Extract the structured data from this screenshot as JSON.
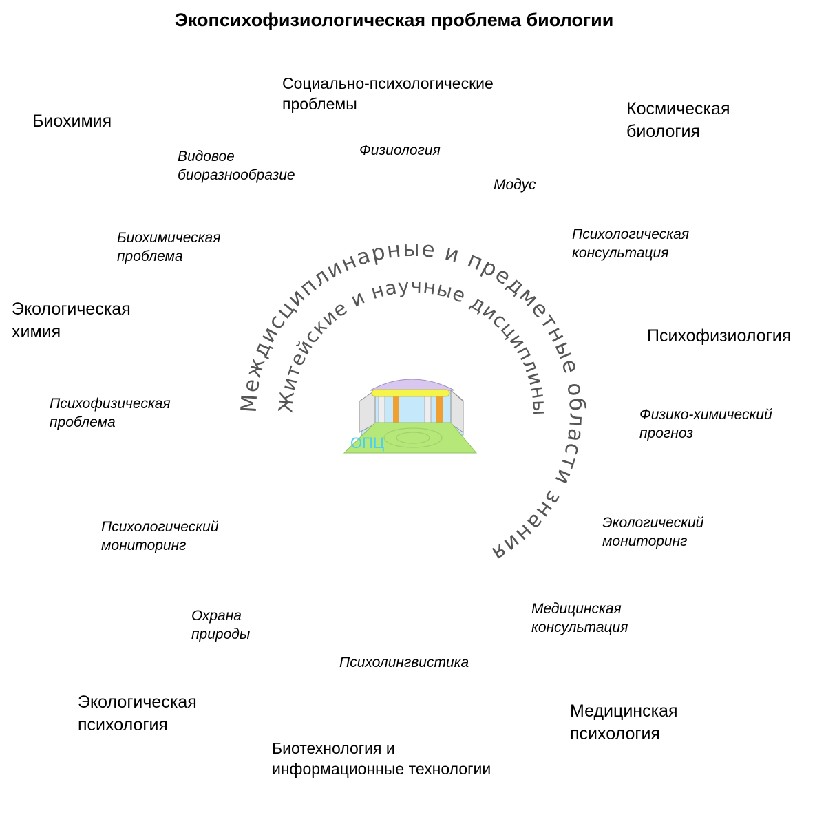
{
  "title": "Экопсихофизиологическая проблема биологии",
  "disciplines": {
    "biochemistry": "Биохимия",
    "social_psych": "Социально-психологические\nпроблемы",
    "cosmic_biology": "Космическая\nбиология",
    "ecological_chemistry": "Экологическая\nхимия",
    "psychophysiology": "Психофизиология",
    "ecological_psychology": "Экологическая\nпсихология",
    "medical_psychology": "Медицинская\nпсихология",
    "biotech_it": "Биотехнология и\nинформационные технологии"
  },
  "problems": {
    "species_biodiversity": "Видовое\nбиоразнообразие",
    "physiology": "Физиология",
    "modus": "Модус",
    "biochemical_problem": "Биохимическая\nпроблема",
    "psych_consultation": "Психологическая\nконсультация",
    "psychophysical_problem": "Психофизическая\nпроблема",
    "physchem_forecast": "Физико-химический\nпрогноз",
    "psych_monitoring": "Психологический\nмониторинг",
    "eco_monitoring": "Экологический\nмониторинг",
    "nature_protection": "Охрана\nприроды",
    "medical_consultation": "Медицинская\nконсультация",
    "psycholinguistics": "Психолингвистика"
  },
  "rings": {
    "outer": "Междисциплинарные и предметные области знания",
    "inner": "Житейские и научные дисциплины"
  },
  "center": {
    "label": "ОПЦ"
  },
  "colors": {
    "ring_text": "#555555",
    "center_label": "#4ccff0",
    "floor": "#b5e878",
    "sky": "#c6e8fb",
    "dome": "#d8c8f0",
    "beam": "#f4f44a",
    "pillar_orange": "#f0a030"
  }
}
